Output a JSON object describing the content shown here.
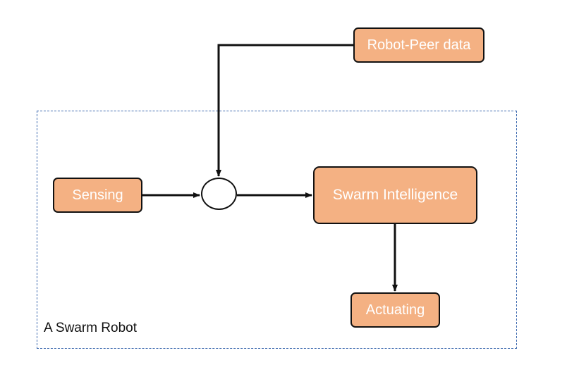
{
  "diagram": {
    "boundary_label": "A Swarm Robot",
    "nodes": {
      "robot_peer_data": "Robot-Peer data",
      "sensing": "Sensing",
      "swarm_intelligence": "Swarm Intelligence",
      "actuating": "Actuating"
    },
    "edges": [
      {
        "from": "Robot-Peer data",
        "to": "junction"
      },
      {
        "from": "Sensing",
        "to": "junction"
      },
      {
        "from": "junction",
        "to": "Swarm Intelligence"
      },
      {
        "from": "Swarm Intelligence",
        "to": "Actuating"
      }
    ],
    "colors": {
      "node_fill": "#f4b183",
      "node_border": "#111111",
      "node_text": "#ffffff",
      "boundary": "#3f6bb0",
      "arrow": "#111111"
    }
  }
}
